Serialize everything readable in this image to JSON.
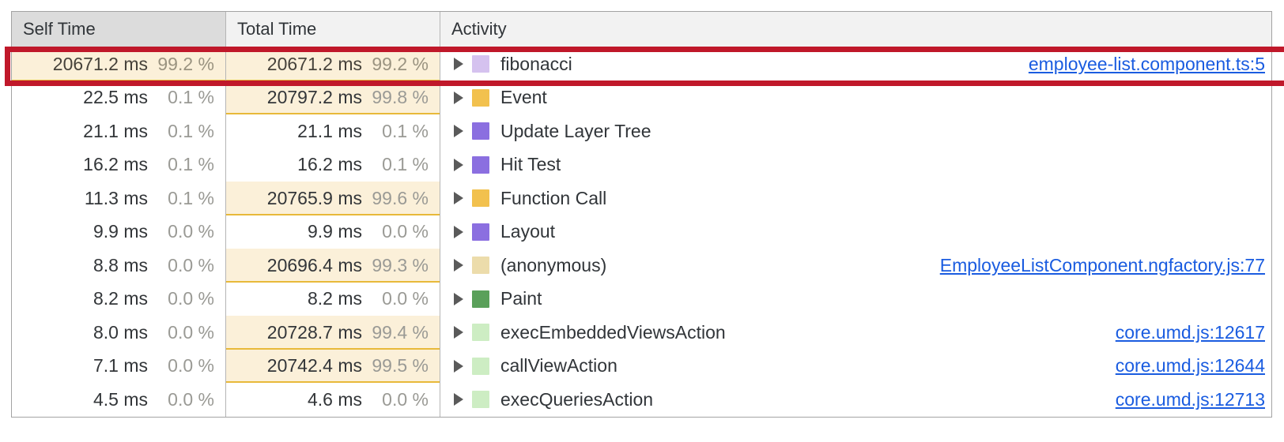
{
  "panel": {
    "name": "bottom-up-call-tree",
    "columns": [
      {
        "key": "self_time",
        "label": "Self Time",
        "sorted": true
      },
      {
        "key": "total_time",
        "label": "Total Time",
        "sorted": false
      },
      {
        "key": "activity",
        "label": "Activity",
        "sorted": false
      }
    ]
  },
  "colors": {
    "highlight_rect": "#c0182a",
    "bar_fill": "#fbf0d9",
    "bar_underline": "#e8b93a",
    "link": "#1a5ce0",
    "header_sorted_bg": "#dcdcdc",
    "header_bg": "#f2f2f2"
  },
  "rows": [
    {
      "self_ms": "20671.2 ms",
      "self_pct": "99.2 %",
      "self_bar": 100,
      "total_ms": "20671.2 ms",
      "total_pct": "99.2 %",
      "total_bar": 100,
      "activity": "fibonacci",
      "swatch": "#d5c2ef",
      "swatch_name": "scripting-light-purple",
      "source": "employee-list.component.ts:5",
      "highlighted": true
    },
    {
      "self_ms": "22.5 ms",
      "self_pct": "0.1 %",
      "self_bar": 0,
      "total_ms": "20797.2 ms",
      "total_pct": "99.8 %",
      "total_bar": 100,
      "activity": "Event",
      "swatch": "#f2c14e",
      "swatch_name": "scripting-yellow",
      "source": "",
      "highlighted": false
    },
    {
      "self_ms": "21.1 ms",
      "self_pct": "0.1 %",
      "self_bar": 0,
      "total_ms": "21.1 ms",
      "total_pct": "0.1 %",
      "total_bar": 0,
      "activity": "Update Layer Tree",
      "swatch": "#8b6fe0",
      "swatch_name": "rendering-purple",
      "source": "",
      "highlighted": false
    },
    {
      "self_ms": "16.2 ms",
      "self_pct": "0.1 %",
      "self_bar": 0,
      "total_ms": "16.2 ms",
      "total_pct": "0.1 %",
      "total_bar": 0,
      "activity": "Hit Test",
      "swatch": "#8b6fe0",
      "swatch_name": "rendering-purple",
      "source": "",
      "highlighted": false
    },
    {
      "self_ms": "11.3 ms",
      "self_pct": "0.1 %",
      "self_bar": 0,
      "total_ms": "20765.9 ms",
      "total_pct": "99.6 %",
      "total_bar": 100,
      "activity": "Function Call",
      "swatch": "#f2c14e",
      "swatch_name": "scripting-yellow",
      "source": "",
      "highlighted": false
    },
    {
      "self_ms": "9.9 ms",
      "self_pct": "0.0 %",
      "self_bar": 0,
      "total_ms": "9.9 ms",
      "total_pct": "0.0 %",
      "total_bar": 0,
      "activity": "Layout",
      "swatch": "#8b6fe0",
      "swatch_name": "rendering-purple",
      "source": "",
      "highlighted": false
    },
    {
      "self_ms": "8.8 ms",
      "self_pct": "0.0 %",
      "self_bar": 0,
      "total_ms": "20696.4 ms",
      "total_pct": "99.3 %",
      "total_bar": 100,
      "activity": "(anonymous)",
      "swatch": "#ecdcab",
      "swatch_name": "scripting-tan",
      "source": "EmployeeListComponent.ngfactory.js:77",
      "highlighted": false
    },
    {
      "self_ms": "8.2 ms",
      "self_pct": "0.0 %",
      "self_bar": 0,
      "total_ms": "8.2 ms",
      "total_pct": "0.0 %",
      "total_bar": 0,
      "activity": "Paint",
      "swatch": "#5aa05a",
      "swatch_name": "painting-green",
      "source": "",
      "highlighted": false
    },
    {
      "self_ms": "8.0 ms",
      "self_pct": "0.0 %",
      "self_bar": 0,
      "total_ms": "20728.7 ms",
      "total_pct": "99.4 %",
      "total_bar": 100,
      "activity": "execEmbeddedViewsAction",
      "swatch": "#cdedc3",
      "swatch_name": "scripting-light-green",
      "source": "core.umd.js:12617",
      "highlighted": false
    },
    {
      "self_ms": "7.1 ms",
      "self_pct": "0.0 %",
      "self_bar": 0,
      "total_ms": "20742.4 ms",
      "total_pct": "99.5 %",
      "total_bar": 100,
      "activity": "callViewAction",
      "swatch": "#cdedc3",
      "swatch_name": "scripting-light-green",
      "source": "core.umd.js:12644",
      "highlighted": false
    },
    {
      "self_ms": "4.5 ms",
      "self_pct": "0.0 %",
      "self_bar": 0,
      "total_ms": "4.6 ms",
      "total_pct": "0.0 %",
      "total_bar": 0,
      "activity": "execQueriesAction",
      "swatch": "#cdedc3",
      "swatch_name": "scripting-light-green",
      "source": "core.umd.js:12713",
      "highlighted": false
    }
  ]
}
